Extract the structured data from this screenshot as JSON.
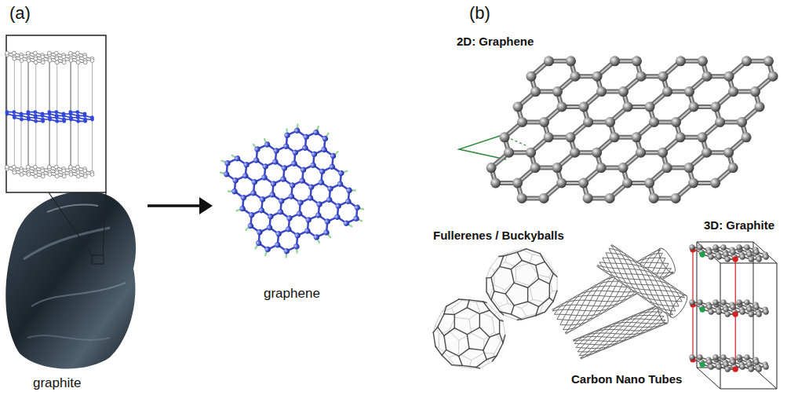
{
  "diagram": {
    "labels": [
      "(a)",
      "(b)",
      "graphite",
      "graphene",
      "2D: Graphene",
      "Fullerenes / Buckyballs",
      "Carbon Nano Tubes",
      "3D: Graphite"
    ]
  }
}
